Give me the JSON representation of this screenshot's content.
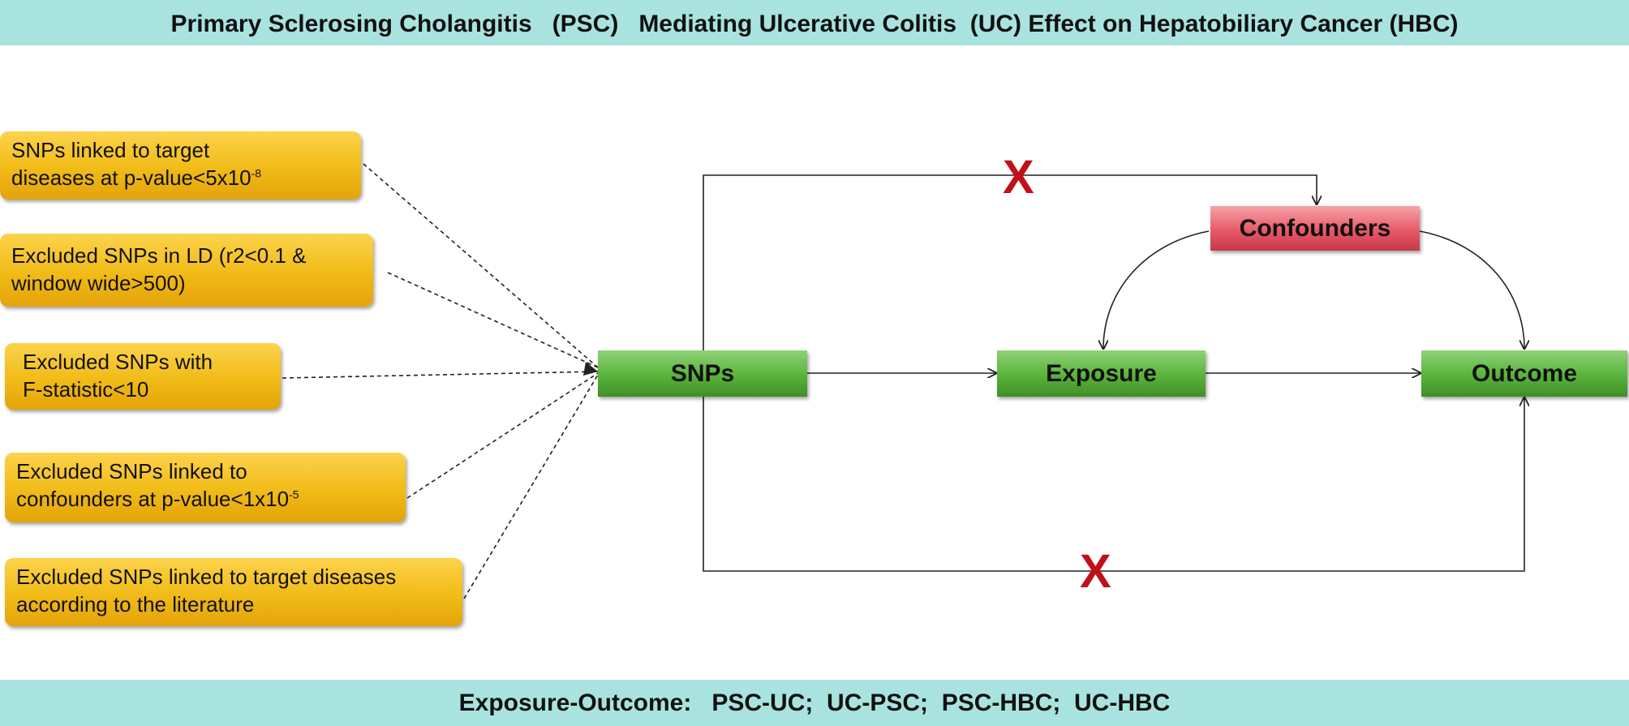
{
  "title": "Primary Sclerosing Cholangitis   (PSC)   Mediating Ulcerative Colitis  (UC) Effect on Hepatobiliary Cancer (HBC)",
  "footer": "Exposure-Outcome:   PSC-UC;  UC-PSC;  PSC-HBC;  UC-HBC",
  "criteria": [
    {
      "line1": "SNPs linked to target",
      "line2": "diseases at p-value<5x10",
      "sup": "-8"
    },
    {
      "line1": "Excluded SNPs in LD (r2<0.1 &",
      "line2": "window wide>500)",
      "sup": ""
    },
    {
      "line1": "Excluded SNPs with",
      "line2": "F-statistic<10",
      "sup": ""
    },
    {
      "line1": "Excluded SNPs linked to",
      "line2": "confounders at p-value<1x10",
      "sup": "-5"
    },
    {
      "line1": "Excluded SNPs linked to target diseases",
      "line2": "according to the literature",
      "sup": ""
    }
  ],
  "nodes": {
    "snps": "SNPs",
    "exposure": "Exposure",
    "outcome": "Outcome",
    "confounders": "Confounders"
  },
  "blocked_marks": [
    "X",
    "X"
  ],
  "colors": {
    "banner": "#a9e3e0",
    "criteria_box": "#f1bb17",
    "node_green": "#5db63e",
    "confounders_red": "#e65a68",
    "blocked_x": "#c0101a"
  }
}
